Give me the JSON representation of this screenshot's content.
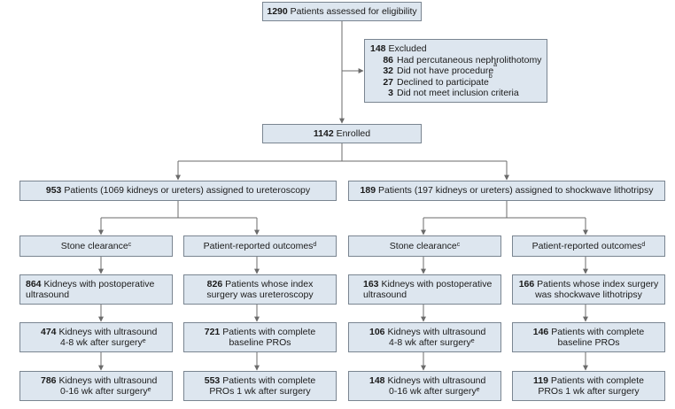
{
  "assessed": {
    "n": "1290",
    "label": "Patients assessed for eligibility"
  },
  "excluded": {
    "n": "148",
    "label": "Excluded",
    "reasons": [
      {
        "n": "86",
        "label": "Had percutaneous nephrolithotomy",
        "sup": ""
      },
      {
        "n": "32",
        "label": "Did not have procedure",
        "sup": "a"
      },
      {
        "n": "27",
        "label": "Declined to participate",
        "sup": "b"
      },
      {
        "n": "3",
        "label": "Did not meet inclusion criteria",
        "sup": ""
      }
    ]
  },
  "enrolled": {
    "n": "1142",
    "label": "Enrolled"
  },
  "arms": [
    {
      "n": "953",
      "label": "Patients (1069 kidneys or ureters) assigned to ureteroscopy",
      "stone": {
        "label": "Stone clearance",
        "sup": "c"
      },
      "pro": {
        "label": "Patient-reported outcomes",
        "sup": "d"
      },
      "stone_steps": [
        {
          "n": "864",
          "line1": "Kidneys with postoperative",
          "line2": "ultrasound",
          "sup": ""
        },
        {
          "n": "474",
          "line1": "Kidneys with ultrasound",
          "line2": "4-8 wk after surgery",
          "sup": "e"
        },
        {
          "n": "786",
          "line1": "Kidneys with ultrasound",
          "line2": "0-16 wk after surgery",
          "sup": "e"
        }
      ],
      "pro_steps": [
        {
          "n": "826",
          "line1": "Patients whose index",
          "line2": "surgery was ureteroscopy"
        },
        {
          "n": "721",
          "line1": "Patients with complete",
          "line2": "baseline PROs"
        },
        {
          "n": "553",
          "line1": "Patients with complete",
          "line2": "PROs 1 wk after surgery"
        }
      ]
    },
    {
      "n": "189",
      "label": "Patients (197 kidneys or ureters) assigned to shockwave lithotripsy",
      "stone": {
        "label": "Stone clearance",
        "sup": "c"
      },
      "pro": {
        "label": "Patient-reported outcomes",
        "sup": "d"
      },
      "stone_steps": [
        {
          "n": "163",
          "line1": "Kidneys with postoperative",
          "line2": "ultrasound",
          "sup": ""
        },
        {
          "n": "106",
          "line1": "Kidneys with ultrasound",
          "line2": "4-8 wk after surgery",
          "sup": "e"
        },
        {
          "n": "148",
          "line1": "Kidneys with ultrasound",
          "line2": "0-16 wk after surgery",
          "sup": "e"
        }
      ],
      "pro_steps": [
        {
          "n": "166",
          "line1": "Patients whose index surgery",
          "line2": "was shockwave lithotripsy"
        },
        {
          "n": "146",
          "line1": "Patients with complete",
          "line2": "baseline PROs"
        },
        {
          "n": "119",
          "line1": "Patients with complete",
          "line2": "PROs 1 wk after surgery"
        }
      ]
    }
  ]
}
